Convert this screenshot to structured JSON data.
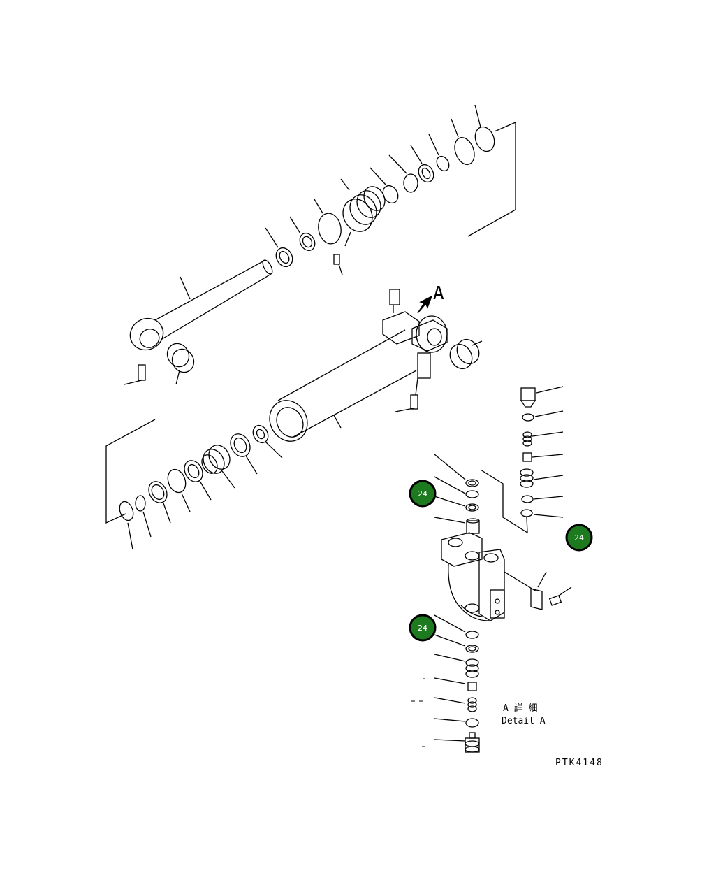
{
  "view_label": "A",
  "detail": {
    "jp": "A 詳 細",
    "en": "Detail A"
  },
  "drawing_code": "PTK4148",
  "markers": {
    "colors": {
      "fill": "#1e7a1e",
      "border": "#000000",
      "text": "#ffffff"
    },
    "items": [
      {
        "label": "24"
      },
      {
        "label": "24"
      },
      {
        "label": "24"
      }
    ]
  }
}
